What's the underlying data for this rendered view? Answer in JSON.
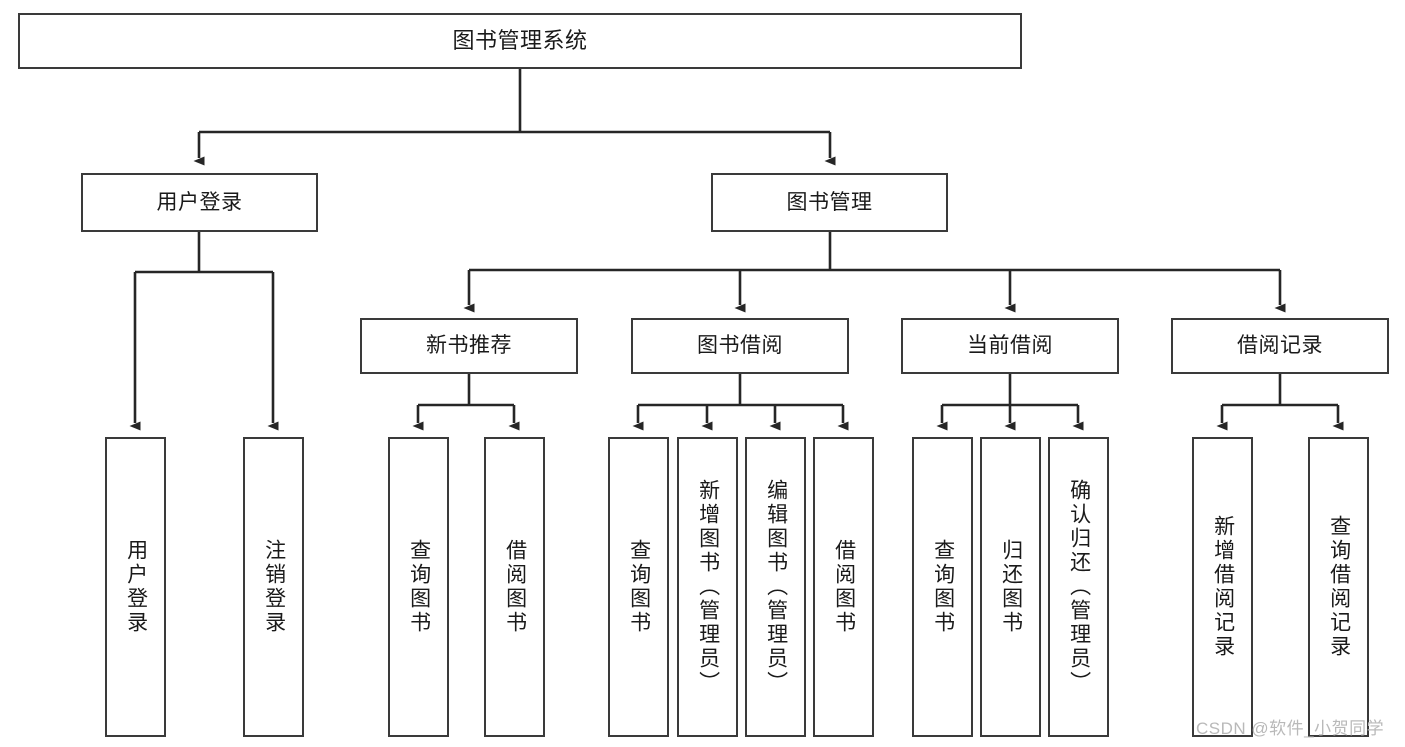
{
  "diagram": {
    "type": "tree-hierarchy",
    "title": "图书管理系统",
    "watermark": "CSDN @软件_小贺同学",
    "colors": {
      "box_border": "#3a3a3a",
      "box_fill": "#ffffff",
      "connector": "#262626",
      "text": "#1a1a1a",
      "watermark": "#b9b9b9",
      "background": "#ffffff"
    },
    "nodes": {
      "root": {
        "label": "图书管理系统",
        "level": 1,
        "orientation": "horizontal"
      },
      "user_login": {
        "label": "用户登录",
        "level": 2,
        "orientation": "horizontal"
      },
      "book_manage": {
        "label": "图书管理",
        "level": 2,
        "orientation": "horizontal"
      },
      "new_book_rec": {
        "label": "新书推荐",
        "level": 3,
        "orientation": "horizontal"
      },
      "book_borrow": {
        "label": "图书借阅",
        "level": 3,
        "orientation": "horizontal"
      },
      "current_borrow": {
        "label": "当前借阅",
        "level": 3,
        "orientation": "horizontal"
      },
      "borrow_record": {
        "label": "借阅记录",
        "level": 3,
        "orientation": "horizontal"
      },
      "leaf_user_login": {
        "label": "用户登录",
        "level": 4,
        "orientation": "vertical"
      },
      "leaf_logout": {
        "label": "注销登录",
        "level": 4,
        "orientation": "vertical"
      },
      "leaf_query_book_1": {
        "label": "查询图书",
        "level": 4,
        "orientation": "vertical"
      },
      "leaf_borrow_book_1": {
        "label": "借阅图书",
        "level": 4,
        "orientation": "vertical"
      },
      "leaf_query_book_2": {
        "label": "查询图书",
        "level": 4,
        "orientation": "vertical"
      },
      "leaf_add_book": {
        "label": "新增图书（管理员）",
        "level": 4,
        "orientation": "vertical"
      },
      "leaf_edit_book": {
        "label": "编辑图书（管理员）",
        "level": 4,
        "orientation": "vertical"
      },
      "leaf_borrow_book_2": {
        "label": "借阅图书",
        "level": 4,
        "orientation": "vertical"
      },
      "leaf_query_book_3": {
        "label": "查询图书",
        "level": 4,
        "orientation": "vertical"
      },
      "leaf_return_book": {
        "label": "归还图书",
        "level": 4,
        "orientation": "vertical"
      },
      "leaf_confirm_return": {
        "label": "确认归还（管理员）",
        "level": 4,
        "orientation": "vertical"
      },
      "leaf_add_record": {
        "label": "新增借阅记录",
        "level": 4,
        "orientation": "vertical"
      },
      "leaf_query_record": {
        "label": "查询借阅记录",
        "level": 4,
        "orientation": "vertical"
      }
    },
    "edges": [
      {
        "from": "root",
        "to": "user_login"
      },
      {
        "from": "root",
        "to": "book_manage"
      },
      {
        "from": "user_login",
        "to": "leaf_user_login"
      },
      {
        "from": "user_login",
        "to": "leaf_logout"
      },
      {
        "from": "book_manage",
        "to": "new_book_rec"
      },
      {
        "from": "book_manage",
        "to": "book_borrow"
      },
      {
        "from": "book_manage",
        "to": "current_borrow"
      },
      {
        "from": "book_manage",
        "to": "borrow_record"
      },
      {
        "from": "new_book_rec",
        "to": "leaf_query_book_1"
      },
      {
        "from": "new_book_rec",
        "to": "leaf_borrow_book_1"
      },
      {
        "from": "book_borrow",
        "to": "leaf_query_book_2"
      },
      {
        "from": "book_borrow",
        "to": "leaf_add_book"
      },
      {
        "from": "book_borrow",
        "to": "leaf_edit_book"
      },
      {
        "from": "book_borrow",
        "to": "leaf_borrow_book_2"
      },
      {
        "from": "current_borrow",
        "to": "leaf_query_book_3"
      },
      {
        "from": "current_borrow",
        "to": "leaf_return_book"
      },
      {
        "from": "current_borrow",
        "to": "leaf_confirm_return"
      },
      {
        "from": "borrow_record",
        "to": "leaf_add_record"
      },
      {
        "from": "borrow_record",
        "to": "leaf_query_record"
      }
    ]
  }
}
